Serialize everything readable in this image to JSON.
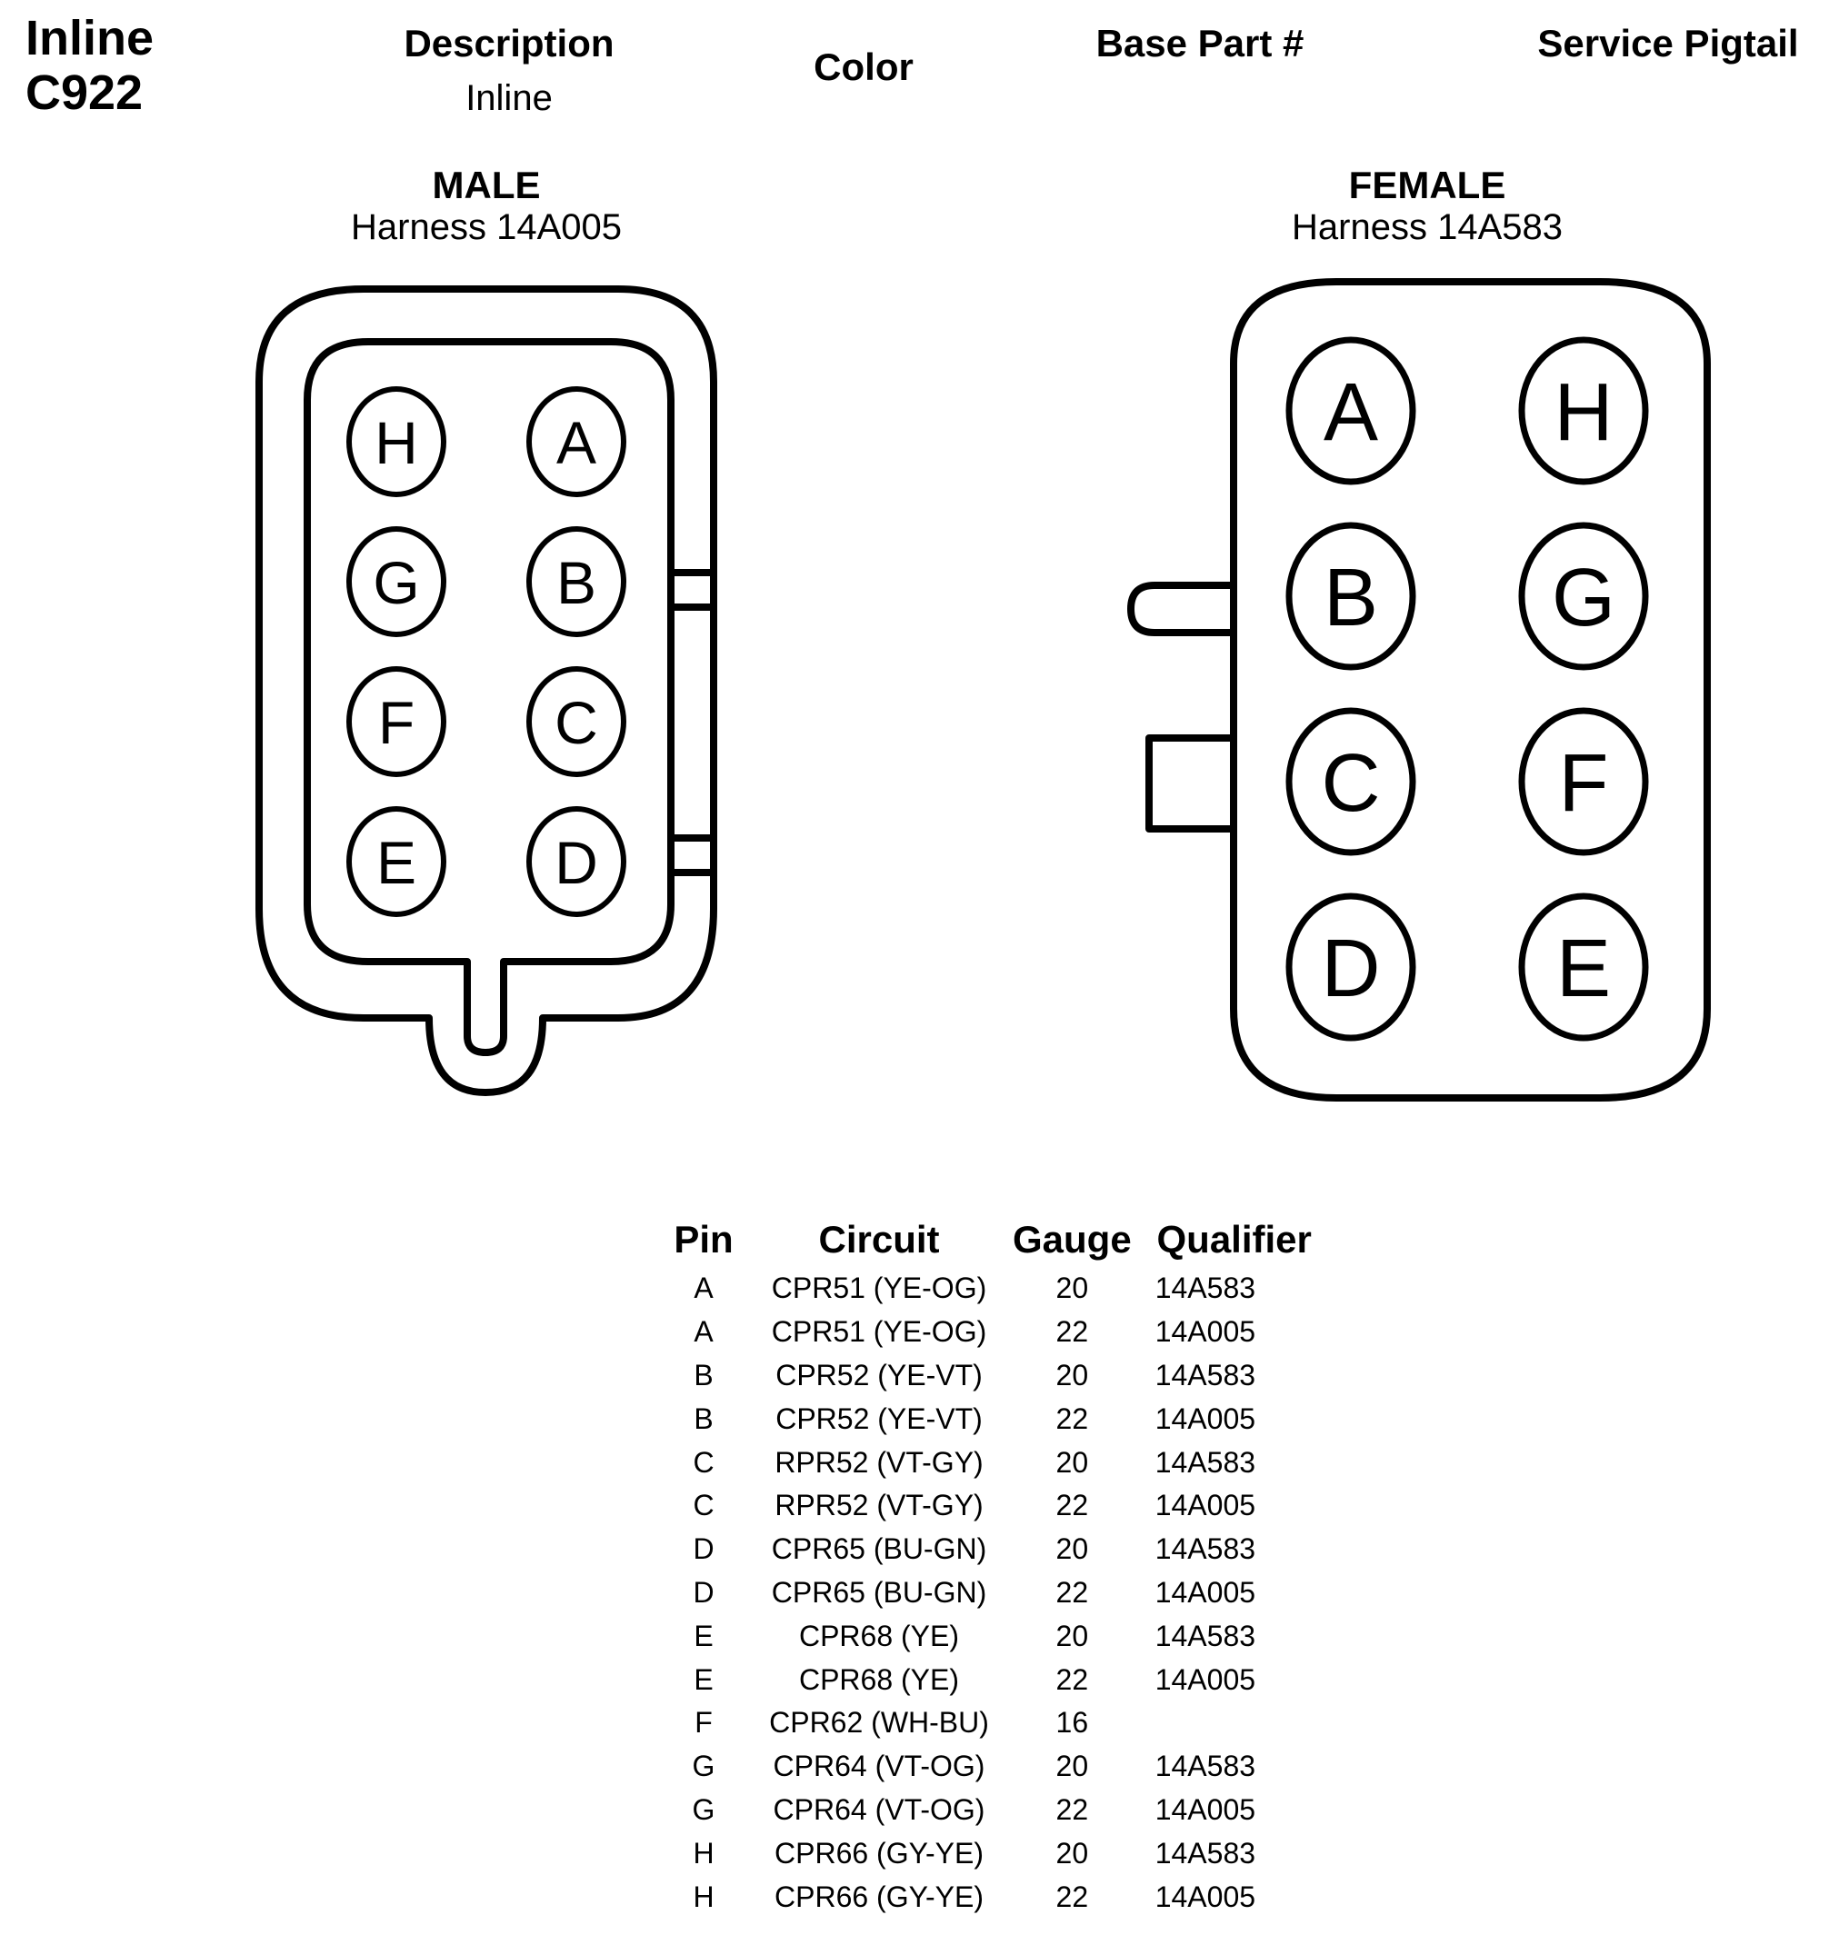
{
  "header": {
    "title_line1": "Inline",
    "title_line2": "C922",
    "description_label": "Description",
    "description_value": "Inline",
    "color_label": "Color",
    "base_part_label": "Base Part #",
    "service_pigtail_label": "Service Pigtail"
  },
  "male": {
    "title": "MALE",
    "harness": "Harness 14A005",
    "pins": [
      "H",
      "A",
      "G",
      "B",
      "F",
      "C",
      "E",
      "D"
    ]
  },
  "female": {
    "title": "FEMALE",
    "harness": "Harness 14A583",
    "pins": [
      "A",
      "H",
      "B",
      "G",
      "C",
      "F",
      "D",
      "E"
    ]
  },
  "table": {
    "headers": {
      "pin": "Pin",
      "circuit": "Circuit",
      "gauge": "Gauge",
      "qualifier": "Qualifier"
    },
    "rows": [
      {
        "pin": "A",
        "circuit": "CPR51 (YE-OG)",
        "gauge": "20",
        "qualifier": "14A583"
      },
      {
        "pin": "A",
        "circuit": "CPR51 (YE-OG)",
        "gauge": "22",
        "qualifier": "14A005"
      },
      {
        "pin": "B",
        "circuit": "CPR52 (YE-VT)",
        "gauge": "20",
        "qualifier": "14A583"
      },
      {
        "pin": "B",
        "circuit": "CPR52 (YE-VT)",
        "gauge": "22",
        "qualifier": "14A005"
      },
      {
        "pin": "C",
        "circuit": "RPR52 (VT-GY)",
        "gauge": "20",
        "qualifier": "14A583"
      },
      {
        "pin": "C",
        "circuit": "RPR52 (VT-GY)",
        "gauge": "22",
        "qualifier": "14A005"
      },
      {
        "pin": "D",
        "circuit": "CPR65 (BU-GN)",
        "gauge": "20",
        "qualifier": "14A583"
      },
      {
        "pin": "D",
        "circuit": "CPR65 (BU-GN)",
        "gauge": "22",
        "qualifier": "14A005"
      },
      {
        "pin": "E",
        "circuit": "CPR68 (YE)",
        "gauge": "20",
        "qualifier": "14A583"
      },
      {
        "pin": "E",
        "circuit": "CPR68 (YE)",
        "gauge": "22",
        "qualifier": "14A005"
      },
      {
        "pin": "F",
        "circuit": "CPR62 (WH-BU)",
        "gauge": "16",
        "qualifier": ""
      },
      {
        "pin": "G",
        "circuit": "CPR64 (VT-OG)",
        "gauge": "20",
        "qualifier": "14A583"
      },
      {
        "pin": "G",
        "circuit": "CPR64 (VT-OG)",
        "gauge": "22",
        "qualifier": "14A005"
      },
      {
        "pin": "H",
        "circuit": "CPR66 (GY-YE)",
        "gauge": "20",
        "qualifier": "14A583"
      },
      {
        "pin": "H",
        "circuit": "CPR66 (GY-YE)",
        "gauge": "22",
        "qualifier": "14A005"
      }
    ]
  }
}
